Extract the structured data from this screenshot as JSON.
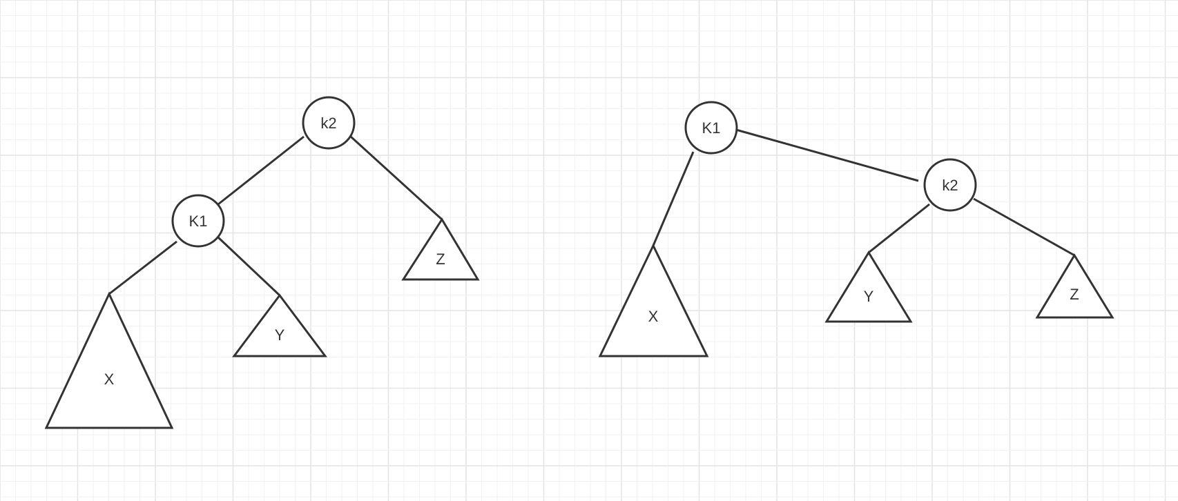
{
  "colors": {
    "background": "#ffffff",
    "grid_minor": "#f2f2f2",
    "grid_major": "#e4e4e4",
    "stroke": "#333333",
    "text": "#333333"
  },
  "diagrams": [
    {
      "nodes": [
        {
          "id": "k2",
          "label": "k2"
        },
        {
          "id": "K1",
          "label": "K1"
        }
      ],
      "subtrees": [
        {
          "id": "X",
          "label": "X"
        },
        {
          "id": "Y",
          "label": "Y"
        },
        {
          "id": "Z",
          "label": "Z"
        }
      ],
      "edges": [
        [
          "k2",
          "K1"
        ],
        [
          "k2",
          "Z"
        ],
        [
          "K1",
          "X"
        ],
        [
          "K1",
          "Y"
        ]
      ]
    },
    {
      "nodes": [
        {
          "id": "K1",
          "label": "K1"
        },
        {
          "id": "k2",
          "label": "k2"
        }
      ],
      "subtrees": [
        {
          "id": "X",
          "label": "X"
        },
        {
          "id": "Y",
          "label": "Y"
        },
        {
          "id": "Z",
          "label": "Z"
        }
      ],
      "edges": [
        [
          "K1",
          "X"
        ],
        [
          "K1",
          "k2"
        ],
        [
          "k2",
          "Y"
        ],
        [
          "k2",
          "Z"
        ]
      ]
    }
  ]
}
